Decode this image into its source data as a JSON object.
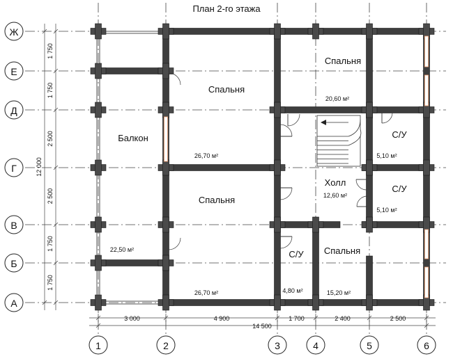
{
  "title": "План 2-го этажа",
  "axes": {
    "rows": [
      "Ж",
      "Е",
      "Д",
      "Г",
      "В",
      "Б",
      "А"
    ],
    "columns": [
      "1",
      "2",
      "3",
      "4",
      "5",
      "6"
    ]
  },
  "rooms": [
    {
      "name": "Спальня",
      "area": "20,60 м²"
    },
    {
      "name": "Спальня",
      "area": "26,70 м²"
    },
    {
      "name": "Балкон",
      "area": ""
    },
    {
      "name": "С/У",
      "area": "5,10 м²"
    },
    {
      "name": "Холл",
      "area": "12,60 м²"
    },
    {
      "name": "С/У",
      "area": "5,10 м²"
    },
    {
      "name": "Спальня",
      "area": "26,70 м²"
    },
    {
      "name": "",
      "area": "22,50 м²"
    },
    {
      "name": "С/У",
      "area": "4,80 м²"
    },
    {
      "name": "Спальня",
      "area": "15,20 м²"
    }
  ],
  "dimensions": {
    "horizontal": [
      "3 000",
      "4 900",
      "1 700",
      "2 400",
      "2 500"
    ],
    "horizontal_total": "14 500",
    "vertical": [
      "1 750",
      "1 750",
      "2 500",
      "2 500",
      "1 750",
      "1 750"
    ],
    "vertical_total": "12 000"
  }
}
